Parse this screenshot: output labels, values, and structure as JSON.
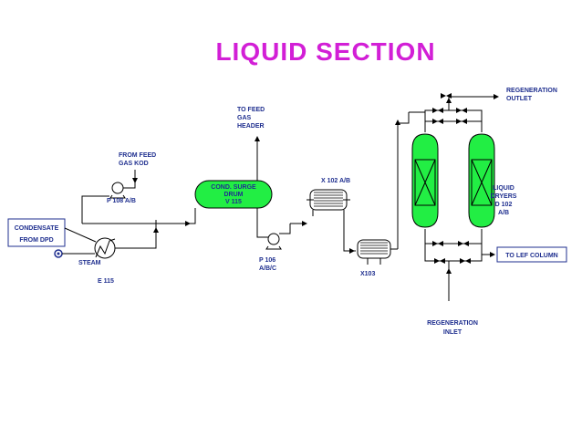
{
  "title": "LIQUID SECTION",
  "labels": {
    "regen_outlet_1": "REGENERATION",
    "regen_outlet_2": "OUTLET",
    "to_feed_gas_1": "TO FEED",
    "to_feed_gas_2": "GAS",
    "to_feed_gas_3": "HEADER",
    "from_feed_1": "FROM FEED",
    "from_feed_2": "GAS KOD",
    "p108": "P 108 A/B",
    "surge_1": "COND. SURGE",
    "surge_2": "DRUM",
    "surge_3": "V 115",
    "x102": "X 102 A/B",
    "dryers_1": "LIQUID",
    "dryers_2": "DRYERS",
    "dryers_3": "D 102",
    "dryers_4": "A/B",
    "condensate_1": "CONDENSATE",
    "condensate_2": "FROM DPD",
    "steam": "STEAM",
    "e115": "E 115",
    "p106_1": "P 106",
    "p106_2": "A/B/C",
    "x103": "X103",
    "to_lef": "TO LEF COLUMN",
    "regen_inlet_1": "REGENERATION",
    "regen_inlet_2": "INLET"
  },
  "colors": {
    "title": "#d21fd6",
    "label": "#1f2f8f",
    "dryer_fill": "#22ee44",
    "vessel_fill": "#22ee44",
    "line": "#000000"
  }
}
